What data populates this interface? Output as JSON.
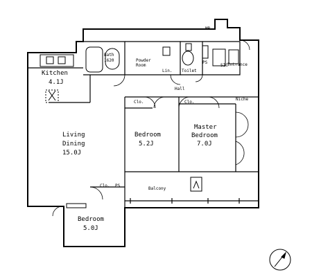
{
  "rooms": {
    "kitchen": {
      "name": "Kitchen",
      "size": "4.1J"
    },
    "living_dining": {
      "name_line1": "Living",
      "name_line2": "Dining",
      "size": "15.0J"
    },
    "bedroom_middle": {
      "name": "Bedroom",
      "size": "5.2J"
    },
    "master_bedroom": {
      "name_line1": "Master",
      "name_line2": "Bedroom",
      "size": "7.0J"
    },
    "bedroom_lower": {
      "name": "Bedroom",
      "size": "5.0J"
    }
  },
  "labels": {
    "bath": "Bath",
    "bath_size": "1620",
    "powder_room_line1": "Powder",
    "powder_room_line2": "Room",
    "linen": "Lin.",
    "toilet": "Toilet",
    "ps_upper": "PS",
    "sic": "SIC",
    "entrance": "Entrance",
    "mb": "MB",
    "hall": "Hall",
    "niche": "Niche",
    "closet_middle": "Clo.",
    "closet_master": "Clo.",
    "closet_lower": "Clo.",
    "ps_lower": "PS",
    "balcony": "Balcony"
  },
  "icons": {
    "compass": "north-compass-icon"
  }
}
